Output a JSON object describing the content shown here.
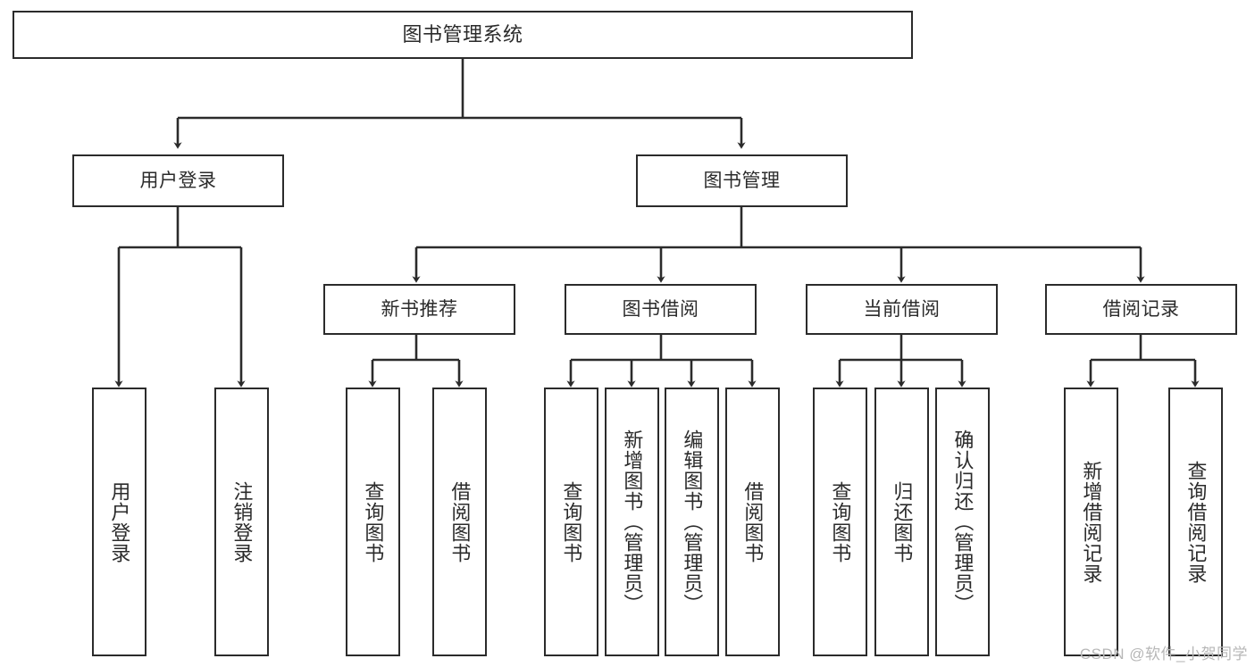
{
  "diagram": {
    "title": "图书管理系统",
    "type": "tree-hierarchy",
    "colors": {
      "stroke": "#2b2b2b",
      "fill": "#ffffff",
      "text": "#2b2b2b",
      "watermark": "#b7b7b7"
    },
    "nodes": {
      "root": {
        "label": "图书管理系统"
      },
      "level1": [
        {
          "id": "user-login",
          "label": "用户登录"
        },
        {
          "id": "book-manage",
          "label": "图书管理"
        }
      ],
      "level2": [
        {
          "id": "new-book-rec",
          "label": "新书推荐"
        },
        {
          "id": "book-borrow",
          "label": "图书借阅"
        },
        {
          "id": "current-borrow",
          "label": "当前借阅"
        },
        {
          "id": "borrow-record",
          "label": "借阅记录"
        }
      ],
      "leaves": {
        "user_login": [
          {
            "id": "leaf-user-login",
            "label": "用户登录"
          },
          {
            "id": "leaf-logout",
            "label": "注销登录"
          }
        ],
        "new_book_rec": [
          {
            "id": "leaf-query-book-1",
            "label": "查询图书"
          },
          {
            "id": "leaf-borrow-book-1",
            "label": "借阅图书"
          }
        ],
        "book_borrow": [
          {
            "id": "leaf-query-book-2",
            "label": "查询图书"
          },
          {
            "id": "leaf-add-book",
            "label": "新增图书（管理员）"
          },
          {
            "id": "leaf-edit-book",
            "label": "编辑图书（管理员）"
          },
          {
            "id": "leaf-borrow-book-2",
            "label": "借阅图书"
          }
        ],
        "current_borrow": [
          {
            "id": "leaf-query-book-3",
            "label": "查询图书"
          },
          {
            "id": "leaf-return-book",
            "label": "归还图书"
          },
          {
            "id": "leaf-confirm-return",
            "label": "确认归还（管理员）"
          }
        ],
        "borrow_record": [
          {
            "id": "leaf-add-record",
            "label": "新增借阅记录"
          },
          {
            "id": "leaf-query-record",
            "label": "查询借阅记录"
          }
        ]
      }
    }
  },
  "watermark": {
    "text": "CSDN @软件_小贺同学"
  }
}
